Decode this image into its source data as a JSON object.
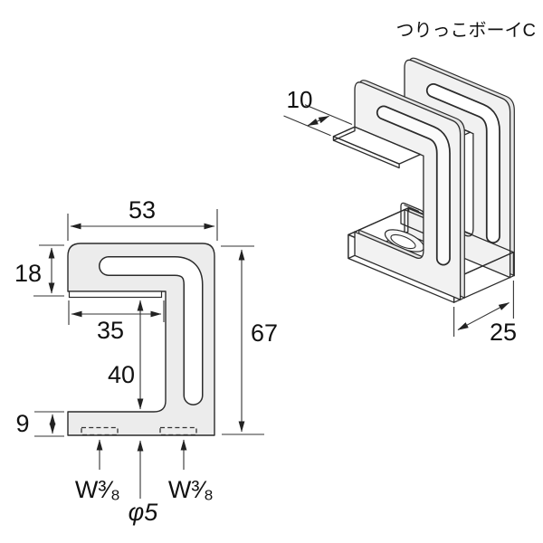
{
  "title": "つりっこボーイC",
  "front_view": {
    "dims": {
      "width": "53",
      "arm_height": "18",
      "mouth_depth": "35",
      "mouth_height": "40",
      "base_thickness": "9",
      "total_height": "67",
      "thread_left": "W³⁄₈",
      "thread_right": "W³⁄₈",
      "hole_dia": "φ5"
    }
  },
  "iso_view": {
    "dims": {
      "tab_protrusion": "10",
      "depth": "25"
    }
  }
}
